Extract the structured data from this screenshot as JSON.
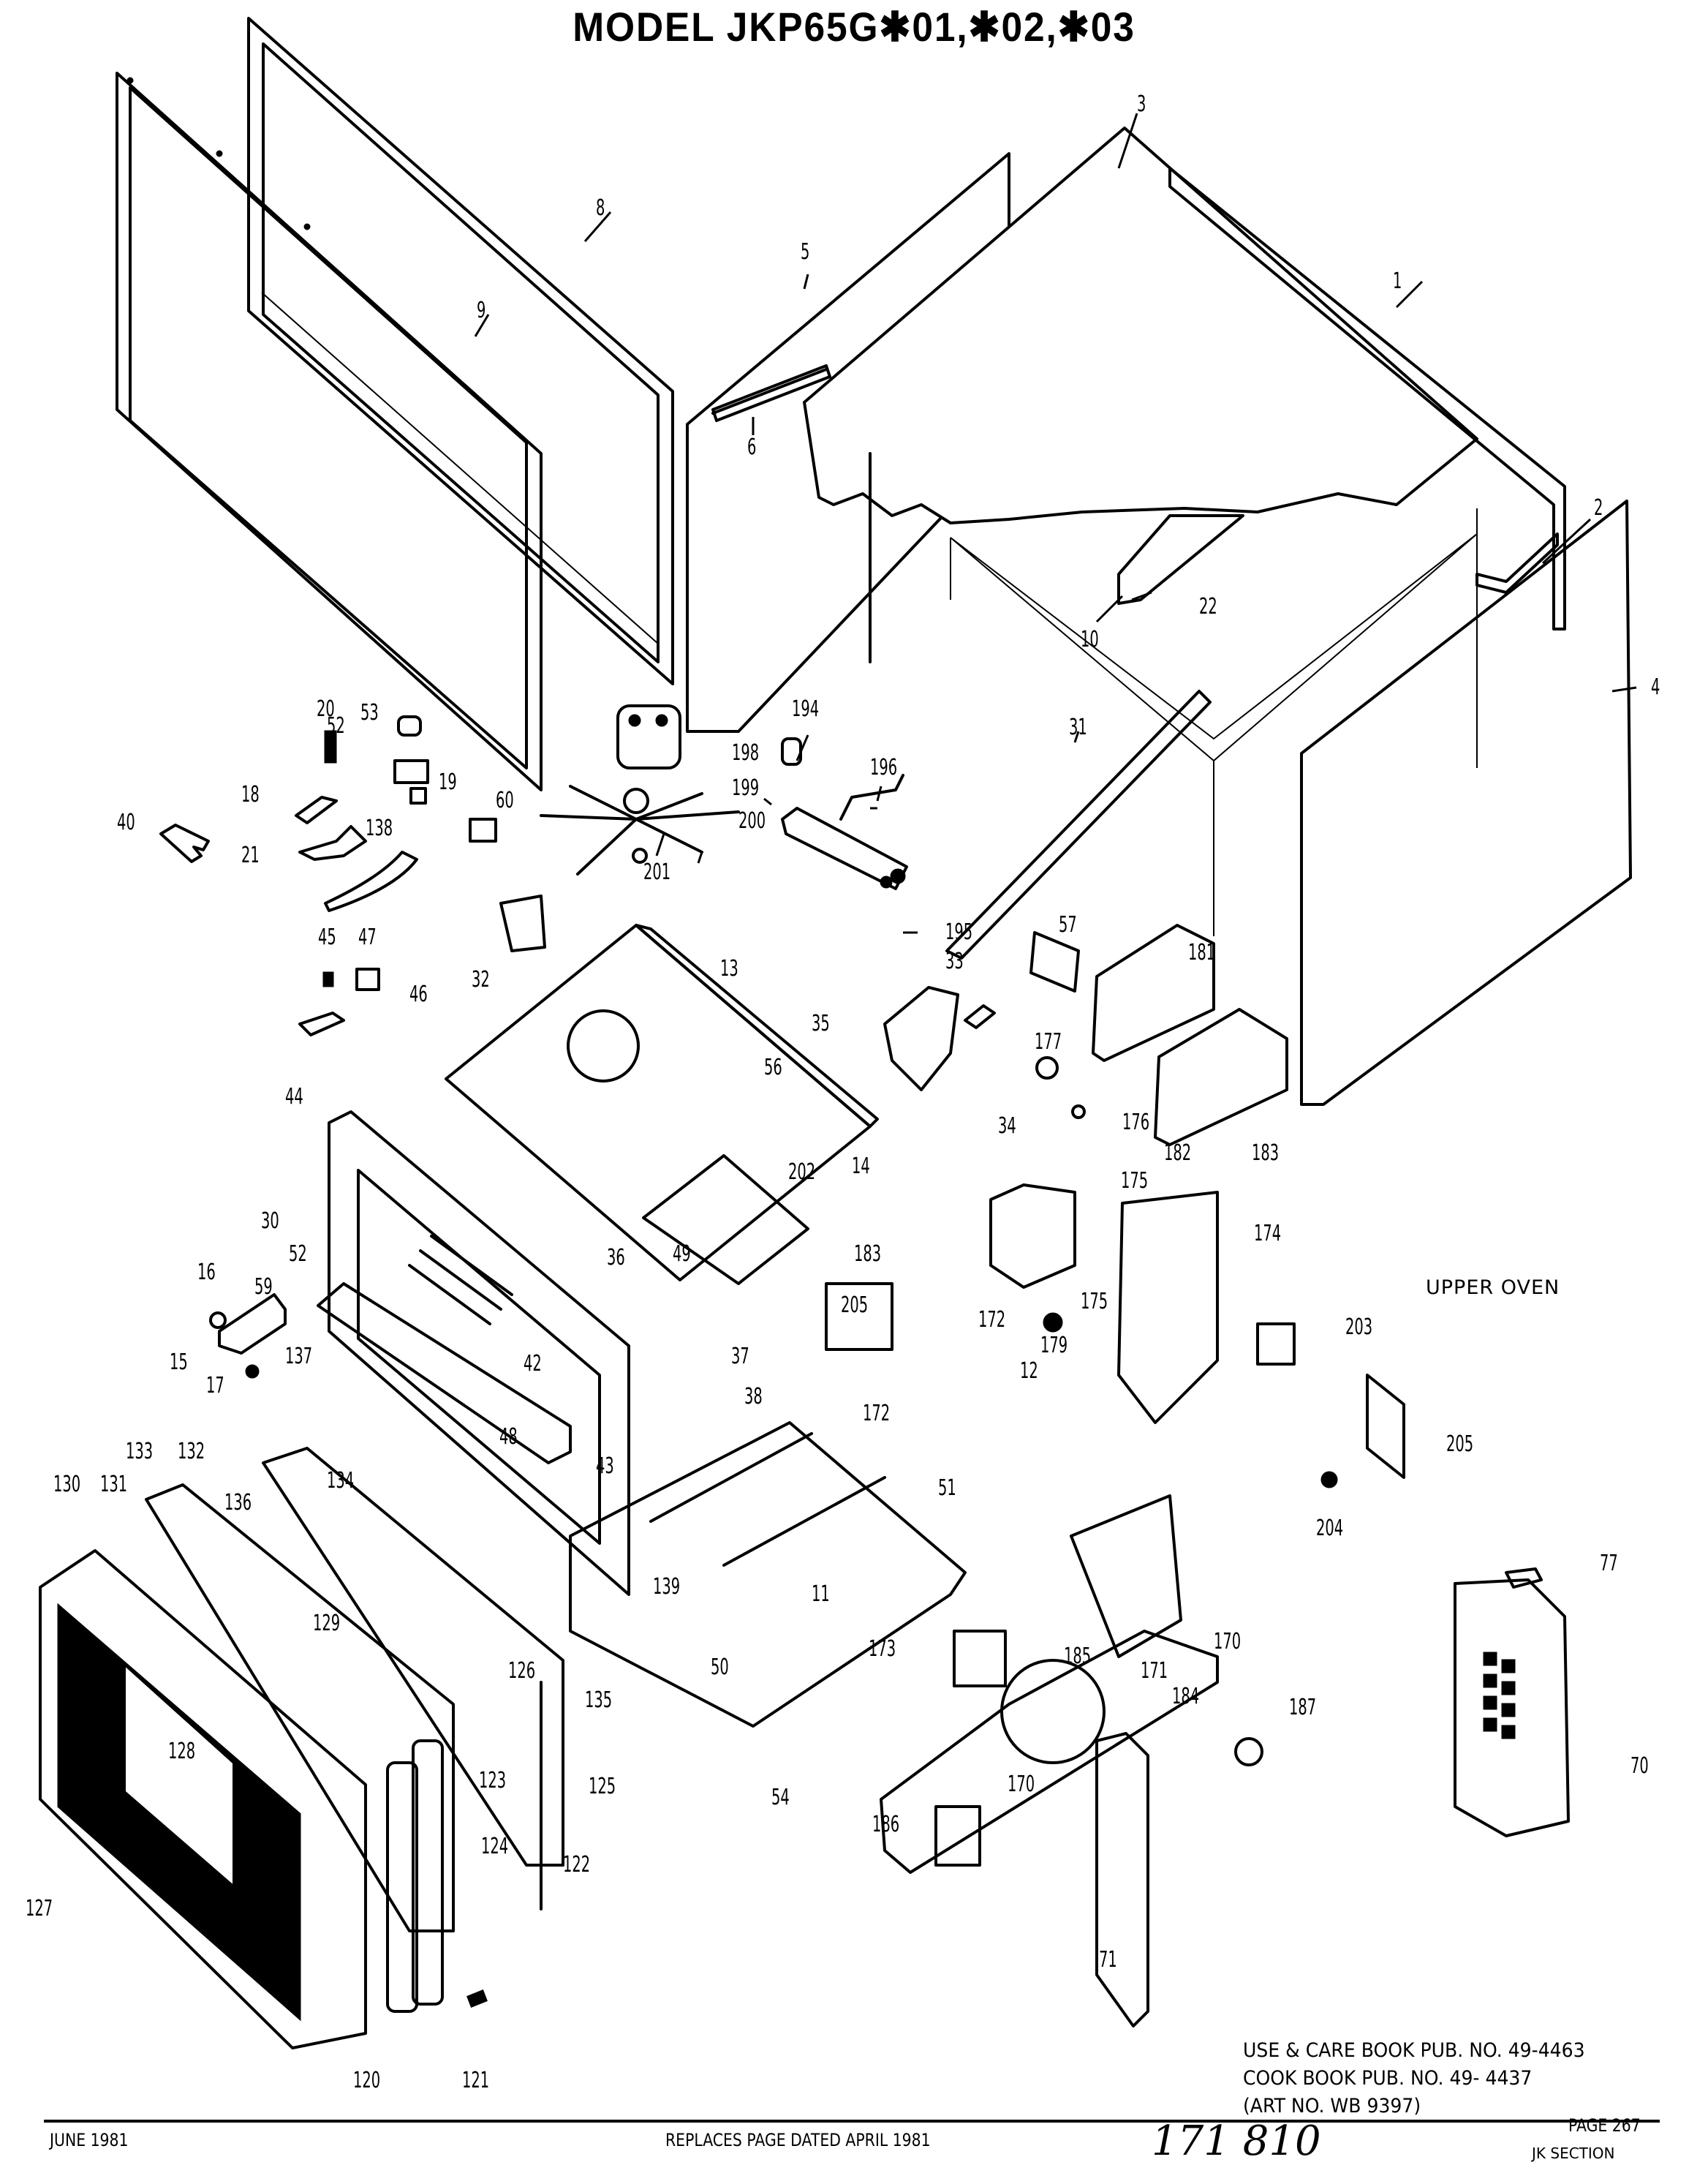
{
  "header": {
    "title": "MODEL  JKP65G✱01,✱02,✱03"
  },
  "section_label": "UPPER OVEN",
  "publications": {
    "use_care": "USE & CARE BOOK PUB. NO. 49-4463",
    "cook_book": "COOK BOOK PUB. NO.  49- 4437",
    "art_no": "(ART NO. WB 9397)"
  },
  "footer": {
    "date": "JUNE 1981",
    "replaces": "REPLACES  PAGE  DATED APRIL 1981",
    "handwritten": "171 810",
    "page": "PAGE 267",
    "section": "JK SECTION"
  },
  "parts": [
    {
      "id": "p1",
      "label": "1"
    },
    {
      "id": "p2",
      "label": "2"
    },
    {
      "id": "p3",
      "label": "3"
    },
    {
      "id": "p4",
      "label": "4"
    },
    {
      "id": "p5",
      "label": "5"
    },
    {
      "id": "p6",
      "label": "6"
    },
    {
      "id": "p8",
      "label": "8"
    },
    {
      "id": "p9",
      "label": "9"
    },
    {
      "id": "p10",
      "label": "10"
    },
    {
      "id": "p11",
      "label": "11"
    },
    {
      "id": "p12",
      "label": "12"
    },
    {
      "id": "p13",
      "label": "13"
    },
    {
      "id": "p14",
      "label": "14"
    },
    {
      "id": "p15",
      "label": "15"
    },
    {
      "id": "p16",
      "label": "16"
    },
    {
      "id": "p17",
      "label": "17"
    },
    {
      "id": "p18",
      "label": "18"
    },
    {
      "id": "p19",
      "label": "19"
    },
    {
      "id": "p20",
      "label": "20"
    },
    {
      "id": "p21",
      "label": "21"
    },
    {
      "id": "p22",
      "label": "22"
    },
    {
      "id": "p30",
      "label": "30"
    },
    {
      "id": "p31",
      "label": "31"
    },
    {
      "id": "p32",
      "label": "32"
    },
    {
      "id": "p33",
      "label": "33"
    },
    {
      "id": "p34",
      "label": "34"
    },
    {
      "id": "p35",
      "label": "35"
    },
    {
      "id": "p36",
      "label": "36"
    },
    {
      "id": "p37",
      "label": "37"
    },
    {
      "id": "p38",
      "label": "38"
    },
    {
      "id": "p40",
      "label": "40"
    },
    {
      "id": "p42",
      "label": "42"
    },
    {
      "id": "p43",
      "label": "43"
    },
    {
      "id": "p44",
      "label": "44"
    },
    {
      "id": "p45",
      "label": "45"
    },
    {
      "id": "p46",
      "label": "46"
    },
    {
      "id": "p47",
      "label": "47"
    },
    {
      "id": "p48",
      "label": "48"
    },
    {
      "id": "p49",
      "label": "49"
    },
    {
      "id": "p50",
      "label": "50"
    },
    {
      "id": "p51",
      "label": "51"
    },
    {
      "id": "p52a",
      "label": "52"
    },
    {
      "id": "p52b",
      "label": "52"
    },
    {
      "id": "p53",
      "label": "53"
    },
    {
      "id": "p54",
      "label": "54"
    },
    {
      "id": "p56",
      "label": "56"
    },
    {
      "id": "p57",
      "label": "57"
    },
    {
      "id": "p59",
      "label": "59"
    },
    {
      "id": "p60",
      "label": "60"
    },
    {
      "id": "p70",
      "label": "70"
    },
    {
      "id": "p71",
      "label": "71"
    },
    {
      "id": "p77",
      "label": "77"
    },
    {
      "id": "p120",
      "label": "120"
    },
    {
      "id": "p121",
      "label": "121"
    },
    {
      "id": "p122",
      "label": "122"
    },
    {
      "id": "p123",
      "label": "123"
    },
    {
      "id": "p124",
      "label": "124"
    },
    {
      "id": "p125",
      "label": "125"
    },
    {
      "id": "p126",
      "label": "126"
    },
    {
      "id": "p127",
      "label": "127"
    },
    {
      "id": "p128",
      "label": "128"
    },
    {
      "id": "p129",
      "label": "129"
    },
    {
      "id": "p130",
      "label": "130"
    },
    {
      "id": "p131",
      "label": "131"
    },
    {
      "id": "p132",
      "label": "132"
    },
    {
      "id": "p133",
      "label": "133"
    },
    {
      "id": "p134",
      "label": "134"
    },
    {
      "id": "p135",
      "label": "135"
    },
    {
      "id": "p136",
      "label": "136"
    },
    {
      "id": "p137",
      "label": "137"
    },
    {
      "id": "p138",
      "label": "138"
    },
    {
      "id": "p139",
      "label": "139"
    },
    {
      "id": "p170a",
      "label": "170"
    },
    {
      "id": "p170b",
      "label": "170"
    },
    {
      "id": "p171",
      "label": "171"
    },
    {
      "id": "p172a",
      "label": "172"
    },
    {
      "id": "p172b",
      "label": "172"
    },
    {
      "id": "p173",
      "label": "173"
    },
    {
      "id": "p174",
      "label": "174"
    },
    {
      "id": "p175a",
      "label": "175"
    },
    {
      "id": "p175b",
      "label": "175"
    },
    {
      "id": "p176",
      "label": "176"
    },
    {
      "id": "p177",
      "label": "177"
    },
    {
      "id": "p179",
      "label": "179"
    },
    {
      "id": "p181",
      "label": "181"
    },
    {
      "id": "p182",
      "label": "182"
    },
    {
      "id": "p183a",
      "label": "183"
    },
    {
      "id": "p183b",
      "label": "183"
    },
    {
      "id": "p184",
      "label": "184"
    },
    {
      "id": "p185",
      "label": "185"
    },
    {
      "id": "p186",
      "label": "186"
    },
    {
      "id": "p187",
      "label": "187"
    },
    {
      "id": "p194",
      "label": "194"
    },
    {
      "id": "p195",
      "label": "195"
    },
    {
      "id": "p196",
      "label": "196"
    },
    {
      "id": "p198",
      "label": "198"
    },
    {
      "id": "p199",
      "label": "199"
    },
    {
      "id": "p200",
      "label": "200"
    },
    {
      "id": "p201",
      "label": "201"
    },
    {
      "id": "p202",
      "label": "202"
    },
    {
      "id": "p203",
      "label": "203"
    },
    {
      "id": "p204",
      "label": "204"
    },
    {
      "id": "p205a",
      "label": "205"
    },
    {
      "id": "p205b",
      "label": "205"
    }
  ]
}
